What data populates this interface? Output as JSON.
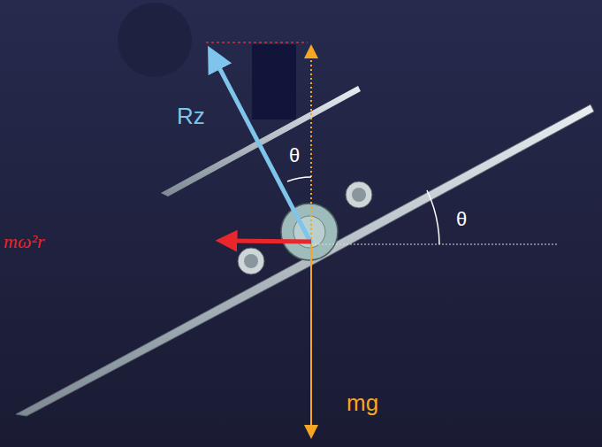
{
  "diagram": {
    "labels": [
      "Rz",
      "θ",
      "θ",
      "mω²r",
      "mg"
    ]
  }
}
